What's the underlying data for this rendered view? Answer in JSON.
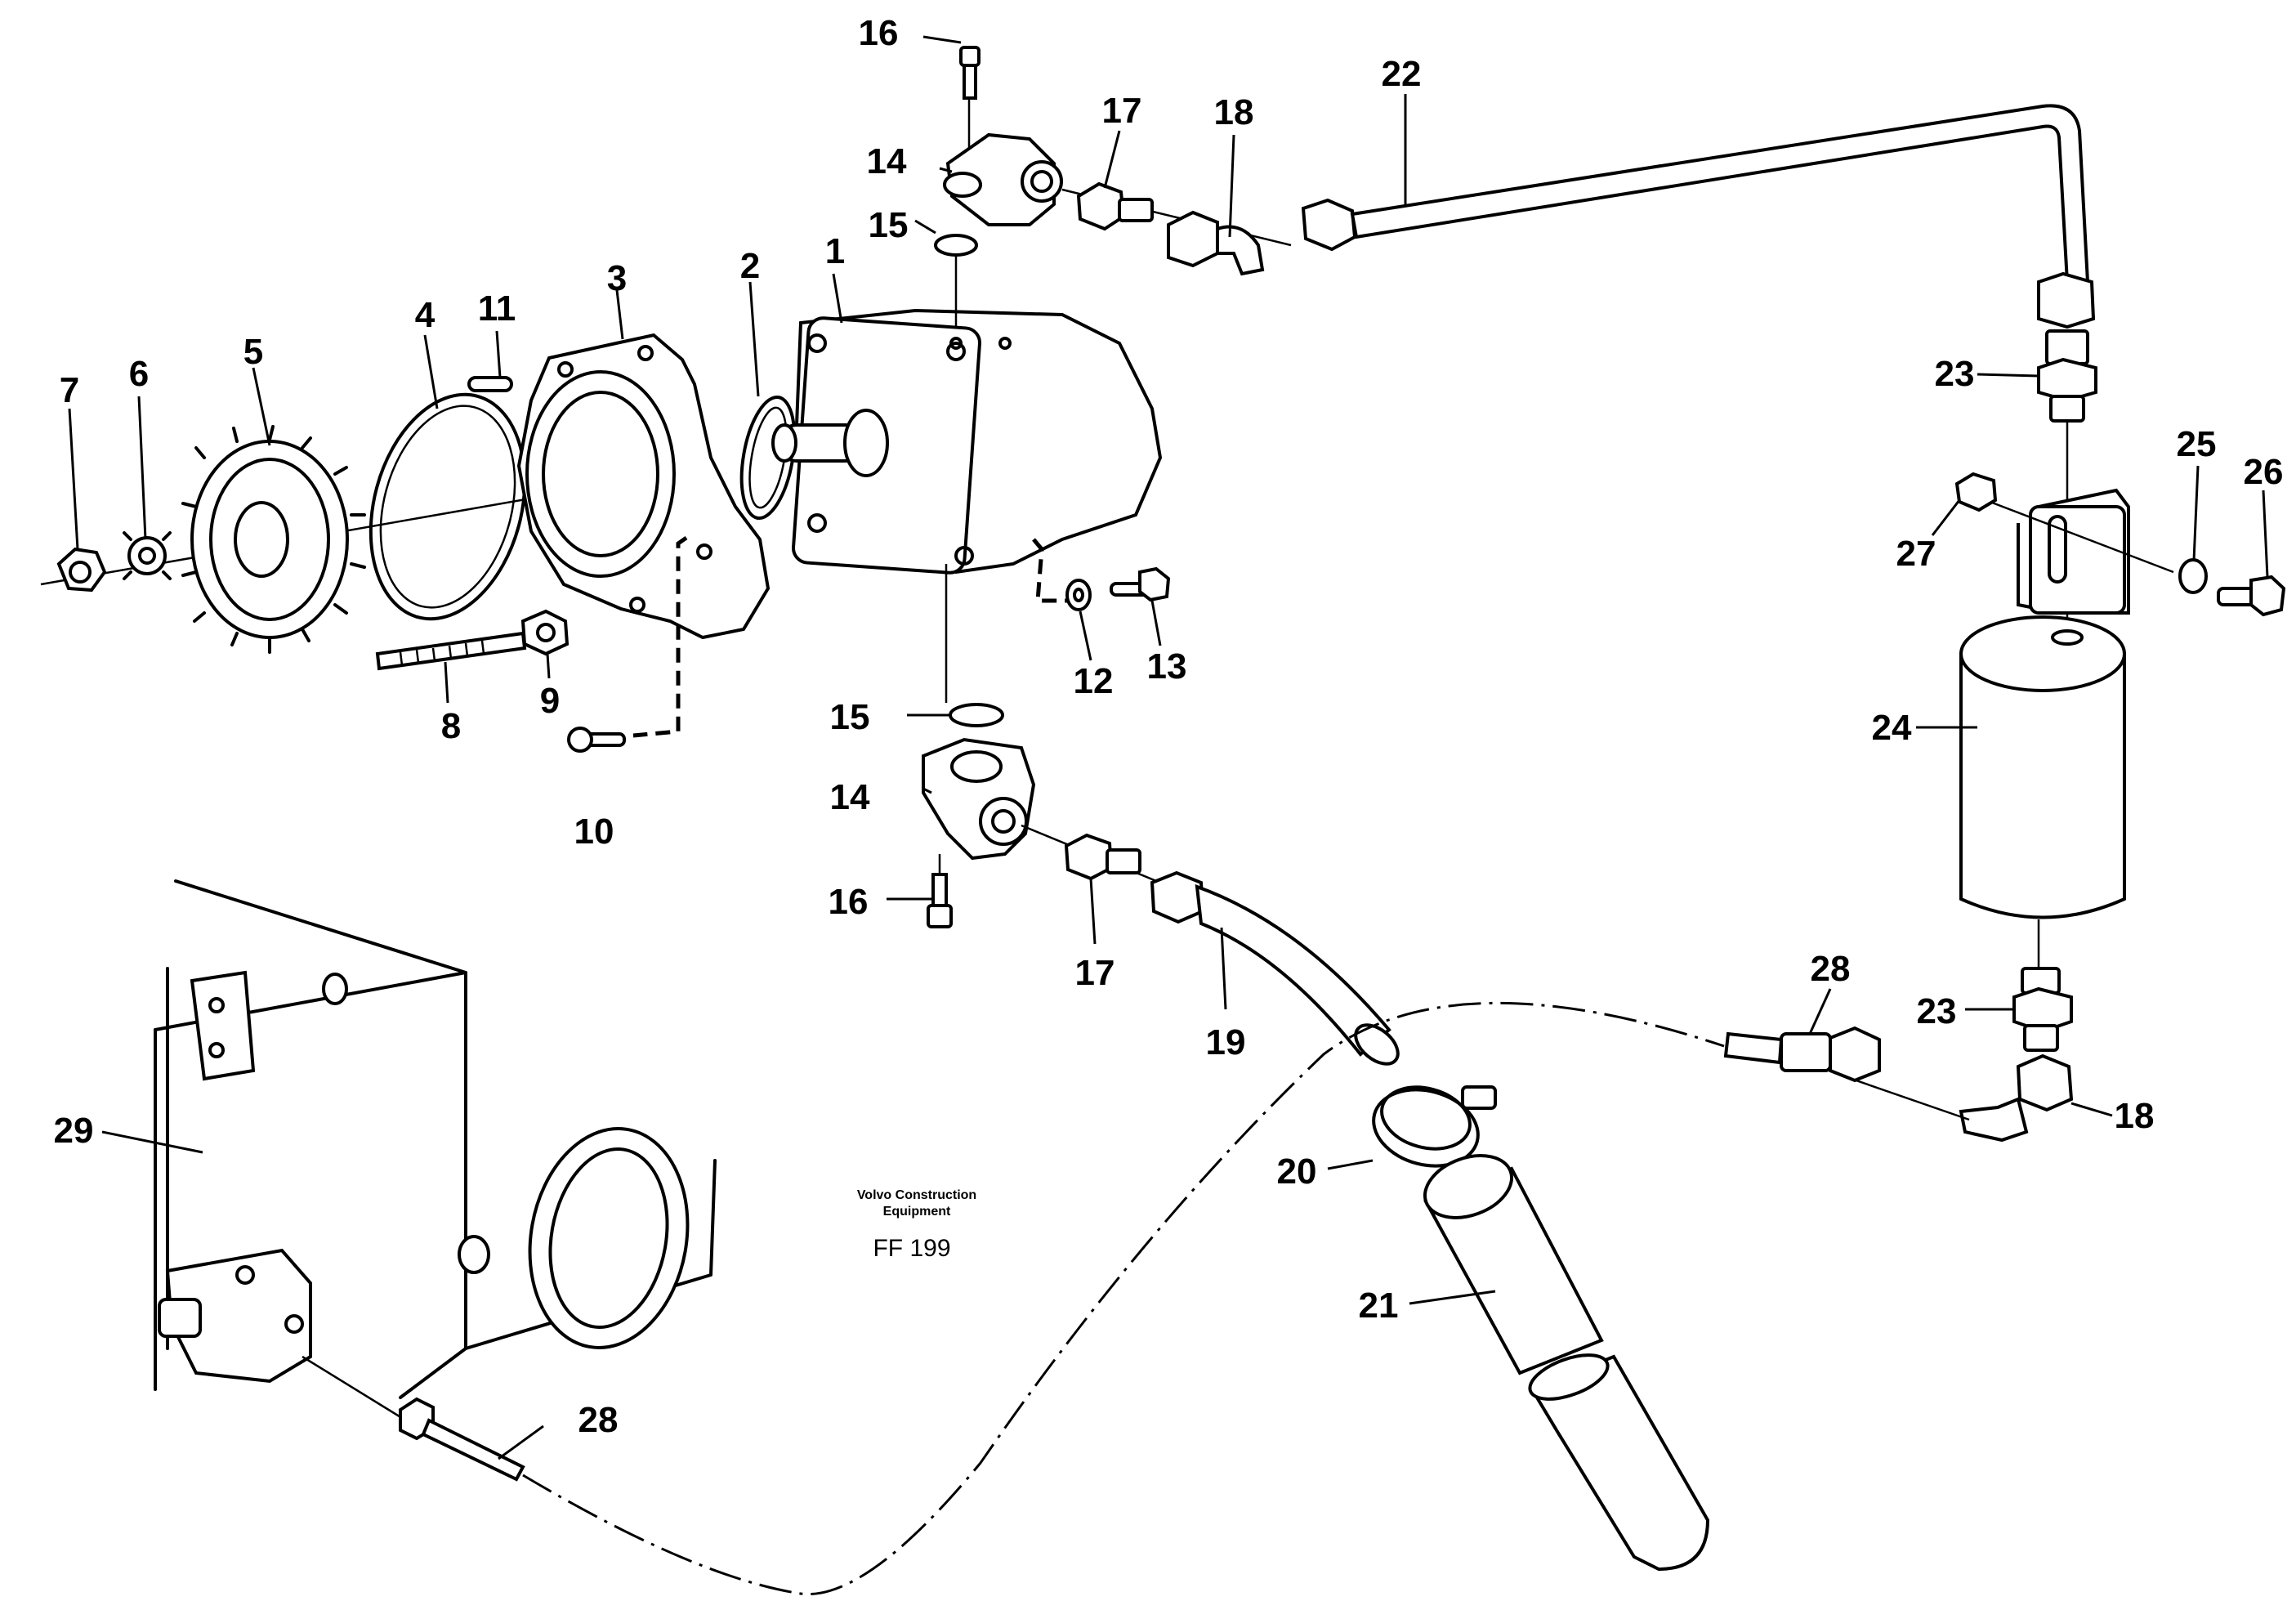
{
  "diagram": {
    "caption_line1": "Volvo Construction",
    "caption_line2": "Equipment",
    "drawing_code": "FF 199",
    "callouts": {
      "c1": "1",
      "c2": "2",
      "c3": "3",
      "c4": "4",
      "c5": "5",
      "c6": "6",
      "c7": "7",
      "c8": "8",
      "c9": "9",
      "c10": "10",
      "c11": "11",
      "c12": "12",
      "c13": "13",
      "c14a": "14",
      "c14b": "14",
      "c15a": "15",
      "c15b": "15",
      "c16a": "16",
      "c16b": "16",
      "c17a": "17",
      "c17b": "17",
      "c18a": "18",
      "c18b": "18",
      "c19": "19",
      "c20": "20",
      "c21": "21",
      "c22": "22",
      "c23a": "23",
      "c23b": "23",
      "c24": "24",
      "c25": "25",
      "c26": "26",
      "c27": "27",
      "c28a": "28",
      "c28b": "28",
      "c29": "29"
    }
  }
}
